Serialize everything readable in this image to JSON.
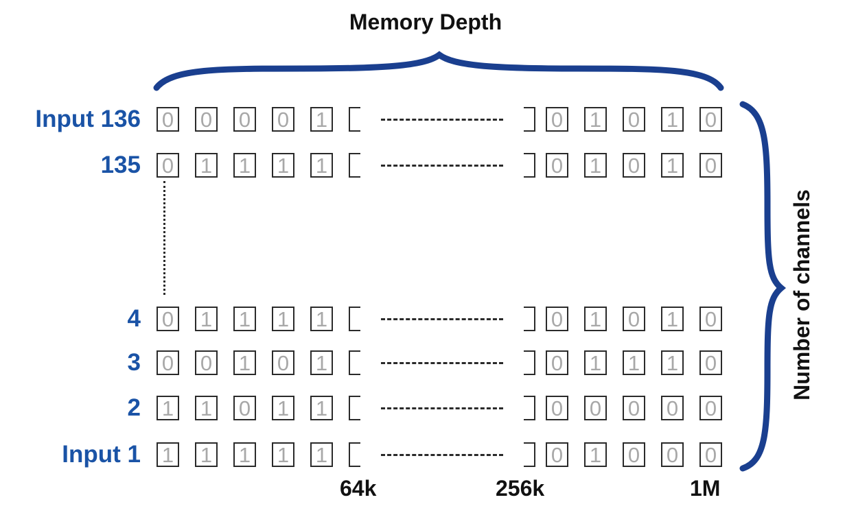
{
  "diagram": {
    "title": "Memory Depth",
    "vertical_label": "Number of channels",
    "rows": [
      {
        "label": "Input 136",
        "left_bits": [
          "0",
          "0",
          "0",
          "0",
          "1"
        ],
        "right_bits": [
          "0",
          "1",
          "0",
          "1",
          "0"
        ]
      },
      {
        "label": "135",
        "left_bits": [
          "0",
          "1",
          "1",
          "1",
          "1"
        ],
        "right_bits": [
          "0",
          "1",
          "0",
          "1",
          "0"
        ]
      },
      {
        "label": "4",
        "left_bits": [
          "0",
          "1",
          "1",
          "1",
          "1"
        ],
        "right_bits": [
          "0",
          "1",
          "0",
          "1",
          "0"
        ]
      },
      {
        "label": "3",
        "left_bits": [
          "0",
          "0",
          "1",
          "0",
          "1"
        ],
        "right_bits": [
          "0",
          "1",
          "1",
          "1",
          "0"
        ]
      },
      {
        "label": "2",
        "left_bits": [
          "1",
          "1",
          "0",
          "1",
          "1"
        ],
        "right_bits": [
          "0",
          "0",
          "0",
          "0",
          "0"
        ]
      },
      {
        "label": "Input 1",
        "left_bits": [
          "1",
          "1",
          "1",
          "1",
          "1"
        ],
        "right_bits": [
          "0",
          "1",
          "0",
          "0",
          "0"
        ]
      }
    ],
    "depth_ticks": [
      "64k",
      "256k",
      "1M"
    ],
    "colors": {
      "row_label": "#1a53a6",
      "brace": "#1a3f8f",
      "bit": "#a8a8a8",
      "box": "#2a2a2a"
    }
  }
}
